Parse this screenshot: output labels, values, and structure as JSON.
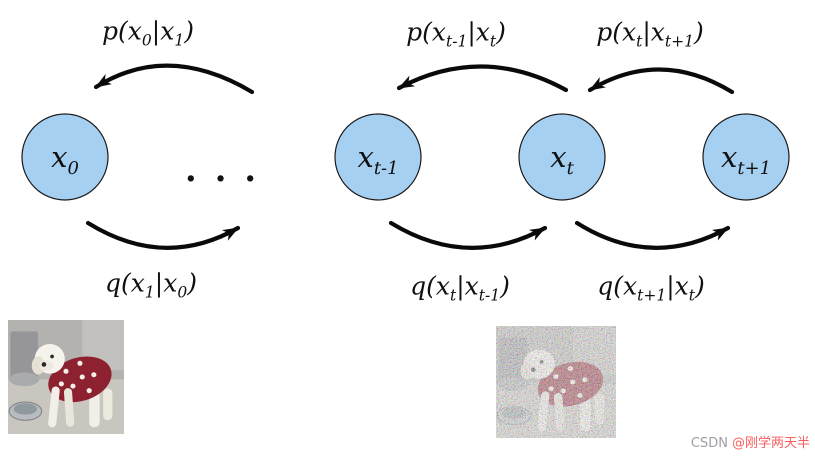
{
  "diagram": {
    "node_fill": "#a6d0f2",
    "node_stroke": "#1a1a1a",
    "arrow_color": "#0a0a0a",
    "nodes": [
      {
        "base": "x",
        "sub": "0"
      },
      {
        "base": "x",
        "sub": "t-1"
      },
      {
        "base": "x",
        "sub": "t"
      },
      {
        "base": "x",
        "sub": "t+1"
      }
    ],
    "ellipsis": ". . .",
    "reverse_labels": [
      {
        "pre": "p(x",
        "sub1": "0",
        "mid": "|x",
        "sub2": "1",
        "post": ")"
      },
      {
        "pre": "p(x",
        "sub1": "t-1",
        "mid": "|x",
        "sub2": "t",
        "post": ")"
      },
      {
        "pre": "p(x",
        "sub1": "t",
        "mid": "|x",
        "sub2": "t+1",
        "post": ")"
      }
    ],
    "forward_labels": [
      {
        "pre": "q(x",
        "sub1": "1",
        "mid": "|x",
        "sub2": "0",
        "post": ")"
      },
      {
        "pre": "q(x",
        "sub1": "t",
        "mid": "|x",
        "sub2": "t-1",
        "post": ")"
      },
      {
        "pre": "q(x",
        "sub1": "t+1",
        "mid": "|x",
        "sub2": "t",
        "post": ")"
      }
    ]
  },
  "images": {
    "clean_description": "photo of dog in red polka-dot sweater with bowl",
    "noisy_description": "same dog photo covered in heavy gaussian noise"
  },
  "watermark": {
    "brand": "CSDN",
    "handle": "@刚学两天半",
    "brand_color": "#9e9ea4",
    "handle_color": "#fb5d5d"
  }
}
